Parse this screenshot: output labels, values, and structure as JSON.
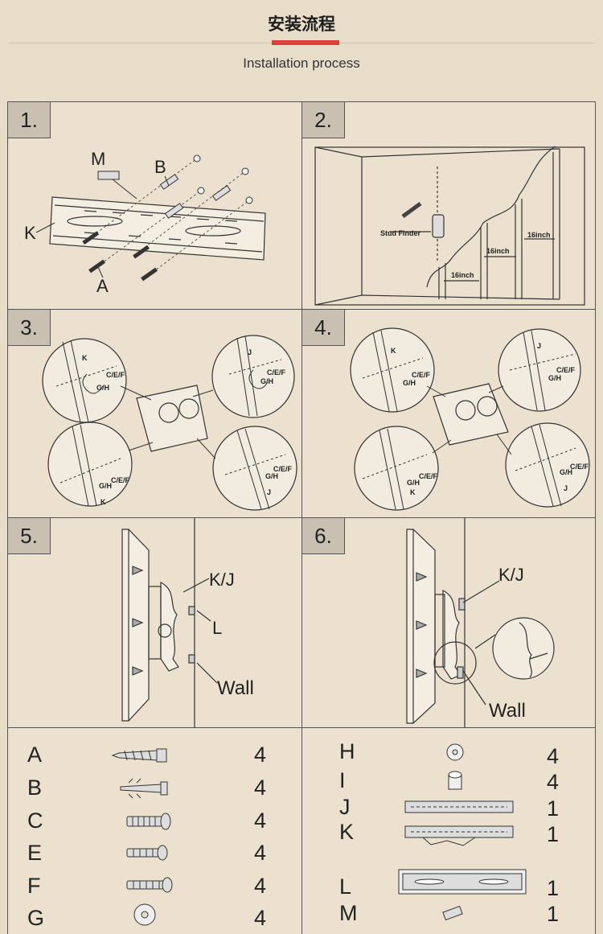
{
  "header": {
    "title_cn": "安装流程",
    "title_en": "Installation process",
    "accent_color": "#d9433b"
  },
  "steps": [
    {
      "number": "1.",
      "labels": [
        "M",
        "B",
        "K",
        "A"
      ]
    },
    {
      "number": "2.",
      "labels": [
        "Stud Finder",
        "16inch",
        "16inch",
        "16inch"
      ]
    },
    {
      "number": "3.",
      "labels": [
        "K",
        "C/E/F",
        "G/H",
        "J",
        "C/E/F",
        "G/H",
        "C/E/F",
        "G/H",
        "K",
        "C/E/F",
        "G/H",
        "J"
      ]
    },
    {
      "number": "4.",
      "labels": [
        "K",
        "C/E/F",
        "G/H",
        "J",
        "C/E/F",
        "G/H",
        "C/E/F",
        "G/H",
        "K",
        "C/E/F",
        "G/H",
        "J"
      ]
    },
    {
      "number": "5.",
      "labels": [
        "K/J",
        "L",
        "Wall"
      ]
    },
    {
      "number": "6.",
      "labels": [
        "K/J",
        "Wall"
      ]
    }
  ],
  "parts_left": [
    {
      "letter": "A",
      "icon": "lag-bolt-icon",
      "qty": "4"
    },
    {
      "letter": "B",
      "icon": "wall-anchor-icon",
      "qty": "4"
    },
    {
      "letter": "C",
      "icon": "screw-c-icon",
      "qty": "4"
    },
    {
      "letter": "E",
      "icon": "screw-e-icon",
      "qty": "4"
    },
    {
      "letter": "F",
      "icon": "screw-f-icon",
      "qty": "4"
    },
    {
      "letter": "G",
      "icon": "washer-icon",
      "qty": "4"
    }
  ],
  "parts_right": [
    {
      "letter": "H",
      "icon": "washer-small-icon",
      "qty": "4"
    },
    {
      "letter": "I",
      "icon": "spacer-icon",
      "qty": "4"
    },
    {
      "letter": "J",
      "icon": "bracket-j-icon",
      "qty": "1"
    },
    {
      "letter": "K",
      "icon": "bracket-k-icon",
      "qty": "1"
    },
    {
      "letter": "L",
      "icon": "wall-plate-icon",
      "qty": "1"
    },
    {
      "letter": "M",
      "icon": "level-icon",
      "qty": "1"
    }
  ]
}
